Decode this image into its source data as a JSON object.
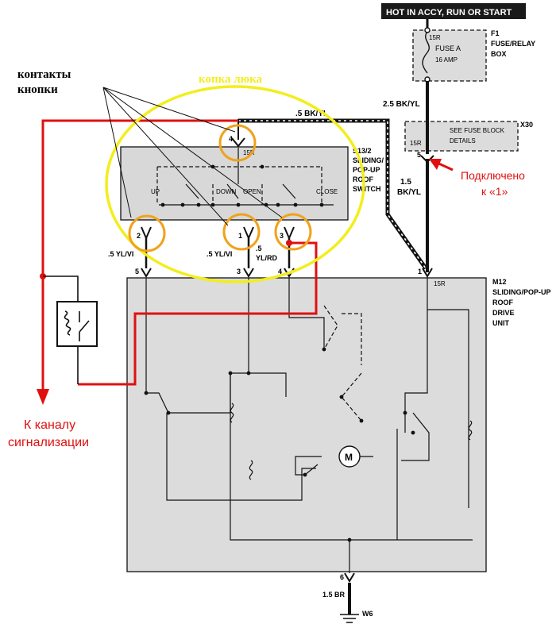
{
  "header": {
    "title": "HOT IN ACCY, RUN OR START"
  },
  "fuse_box": {
    "id": "F1",
    "name_line1": "FUSE/RELAY",
    "name_line2": "BOX",
    "terminal": "15R",
    "fuse_label": "FUSE A",
    "fuse_rating": "16 AMP"
  },
  "wire_top": "2.5 BK/YL",
  "x30": {
    "id": "X30",
    "terminal": "15R",
    "text_line1": "SEE FUSE BLOCK",
    "text_line2": "DETAILS",
    "pin": "5"
  },
  "wire_right": {
    "size": "1.5",
    "color": "BK/YL"
  },
  "wire_top_left": ".5 BK/YL",
  "switch": {
    "id": "S13/2",
    "name_lines": [
      "SLIDING/",
      "POP-UP",
      "ROOF",
      "SWITCH"
    ],
    "pin_top": "4",
    "terminal_top": "15R",
    "labels": [
      "UP",
      "DOWN",
      "OPEN",
      "CLOSE"
    ],
    "pins_bottom": [
      "2",
      "1",
      "3"
    ]
  },
  "wires_mid": [
    ".5 YL/VI",
    ".5 YL/VI",
    ".5",
    "YL/RD"
  ],
  "drive_unit": {
    "id": "M12",
    "name_lines": [
      "SLIDING/POP-UP",
      "ROOF",
      "DRIVE",
      "UNIT"
    ],
    "pins_top": [
      "5",
      "3",
      "4",
      "1"
    ],
    "terminal": "15R",
    "motor_symbol": "M",
    "pin_bottom": "6"
  },
  "ground": {
    "wire": "1.5 BR",
    "id": "W6"
  },
  "annotations": {
    "contacts_line1": "контакты",
    "contacts_line2": "кнопки",
    "button_title": "копка люка",
    "connected_line1": "Подключено",
    "connected_line2": "к «1»",
    "alarm_line1": "К каналу",
    "alarm_line2": "сигнализации"
  },
  "colors": {
    "annotation_red": "#e01010",
    "highlight_yellow": "#f2ee1c",
    "circle_orange": "#f0a21c",
    "box_fill": "#dcdcdc",
    "wire_black": "#111111"
  }
}
